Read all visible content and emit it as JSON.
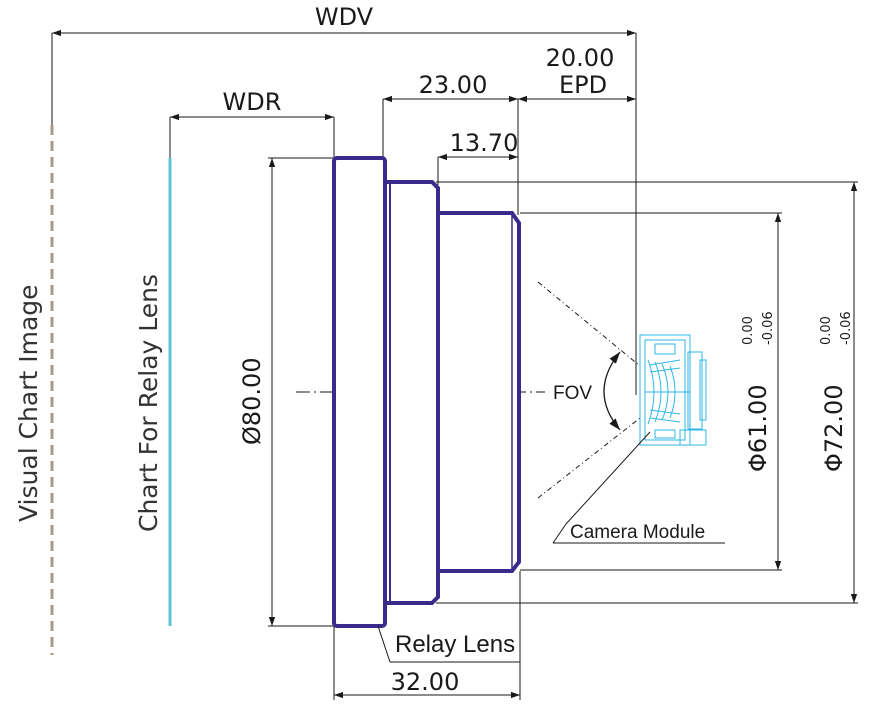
{
  "dimensions": {
    "wdv": "WDV",
    "wdr": "WDR",
    "d23": "23.00",
    "d20": "20.00",
    "epd": "EPD",
    "d1370": "13.70",
    "d32": "32.00",
    "dia80": "Ø80.00",
    "dia61": "Φ61.00",
    "dia72": "Φ72.00",
    "tol_upper": "0.00",
    "tol_lower": "-0.06"
  },
  "labels": {
    "visual_chart": "Visual Chart Image",
    "relay_chart": "Chart For Relay Lens",
    "relay_lens": "Relay Lens",
    "camera_module": "Camera Module",
    "fov": "FOV"
  },
  "colors": {
    "lens_outline": "#3b2a8c",
    "chart_line": "#5bc4d6",
    "visual_chart_line": "#a89a8a",
    "camera_module": "#2cb7e6"
  }
}
